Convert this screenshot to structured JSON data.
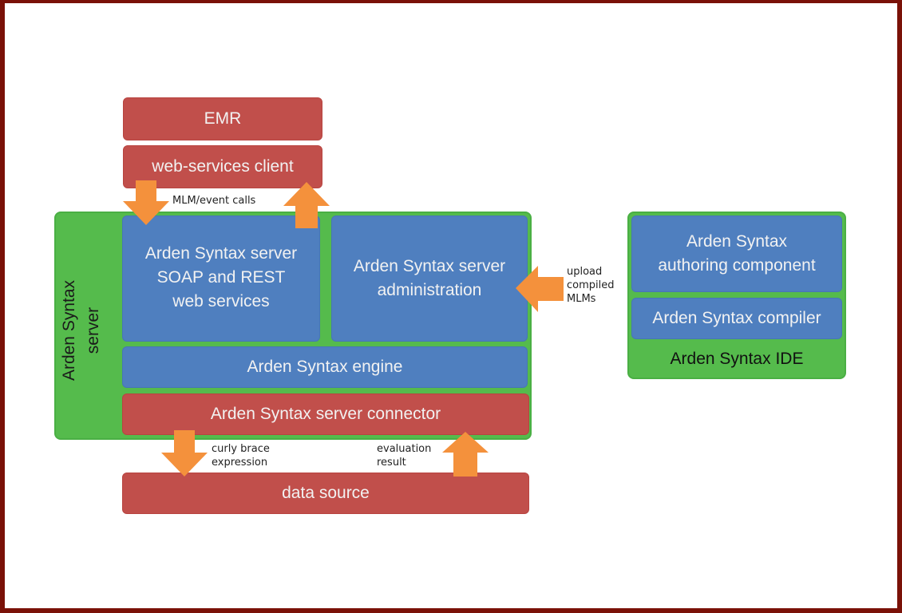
{
  "diagram": {
    "components": {
      "emr": "EMR",
      "web_services_client": "web-services client",
      "server_container_line1": "Arden Syntax",
      "server_container_line2": "server",
      "soap_rest_line1": "Arden Syntax server",
      "soap_rest_line2": "SOAP and REST",
      "soap_rest_line3": "web services",
      "administration_line1": "Arden Syntax server",
      "administration_line2": "administration",
      "engine": "Arden Syntax engine",
      "connector": "Arden Syntax server connector",
      "data_source": "data source",
      "authoring_line1": "Arden Syntax",
      "authoring_line2": "authoring component",
      "compiler": "Arden Syntax compiler",
      "ide": "Arden Syntax IDE"
    },
    "edge_labels": {
      "mlm_event_calls": "MLM/event calls",
      "upload_line1": "upload",
      "upload_line2": "compiled",
      "upload_line3": "MLMs",
      "curly_line1": "curly brace",
      "curly_line2": "expression",
      "evaluation_line1": "evaluation",
      "evaluation_line2": "result"
    },
    "colors": {
      "frame": "#7a1108",
      "red_component": "#c14f4b",
      "blue_component": "#4f7fbf",
      "green_container": "#55bb4c",
      "arrow": "#f4913c"
    }
  }
}
